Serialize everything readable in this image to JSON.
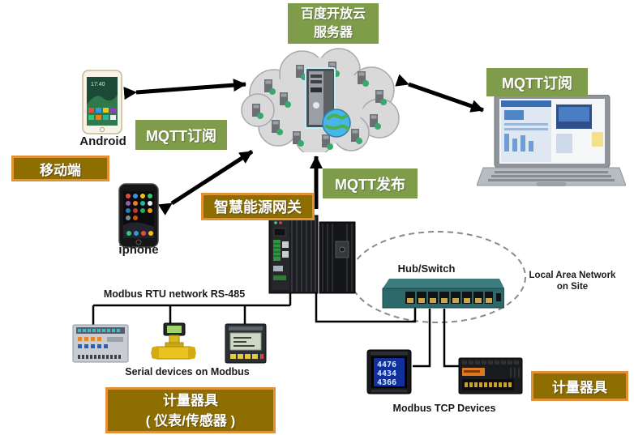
{
  "cloud": {
    "title_line1": "百度开放云",
    "title_line2": "服务器"
  },
  "left": {
    "mqtt_subscribe_label": "MQTT订阅",
    "mobile_group_label": "移动端",
    "android_caption": "Android",
    "iphone_caption": "iphone"
  },
  "right": {
    "mqtt_subscribe_label": "MQTT订阅"
  },
  "center": {
    "mqtt_publish_label": "MQTT发布",
    "gateway_label": "智慧能源网关"
  },
  "lan": {
    "hub_switch_caption": "Hub/Switch",
    "lan_caption_line1": "Local Area Network",
    "lan_caption_line2": "on Site"
  },
  "rtu": {
    "bus_caption": "Modbus RTU network RS-485",
    "serial_caption": "Serial devices on Modbus",
    "metering_label_line1": "计量器具",
    "metering_label_line2": "( 仪表/传感器 )"
  },
  "tcp": {
    "caption": "Modbus TCP Devices",
    "metering_label": "计量器具",
    "meter_rows": [
      "4476",
      "4434",
      "4366"
    ]
  },
  "colors": {
    "green_label_bg": "#7e9c4a",
    "olive_label_bg": "#8e6e00",
    "olive_label_border": "#e2913b",
    "label_text": "#ffffff",
    "line": "#000000",
    "switch_body": "#2d686b",
    "cloud_fill": "#d9d9d9",
    "meter_screen": "#122f9e"
  }
}
